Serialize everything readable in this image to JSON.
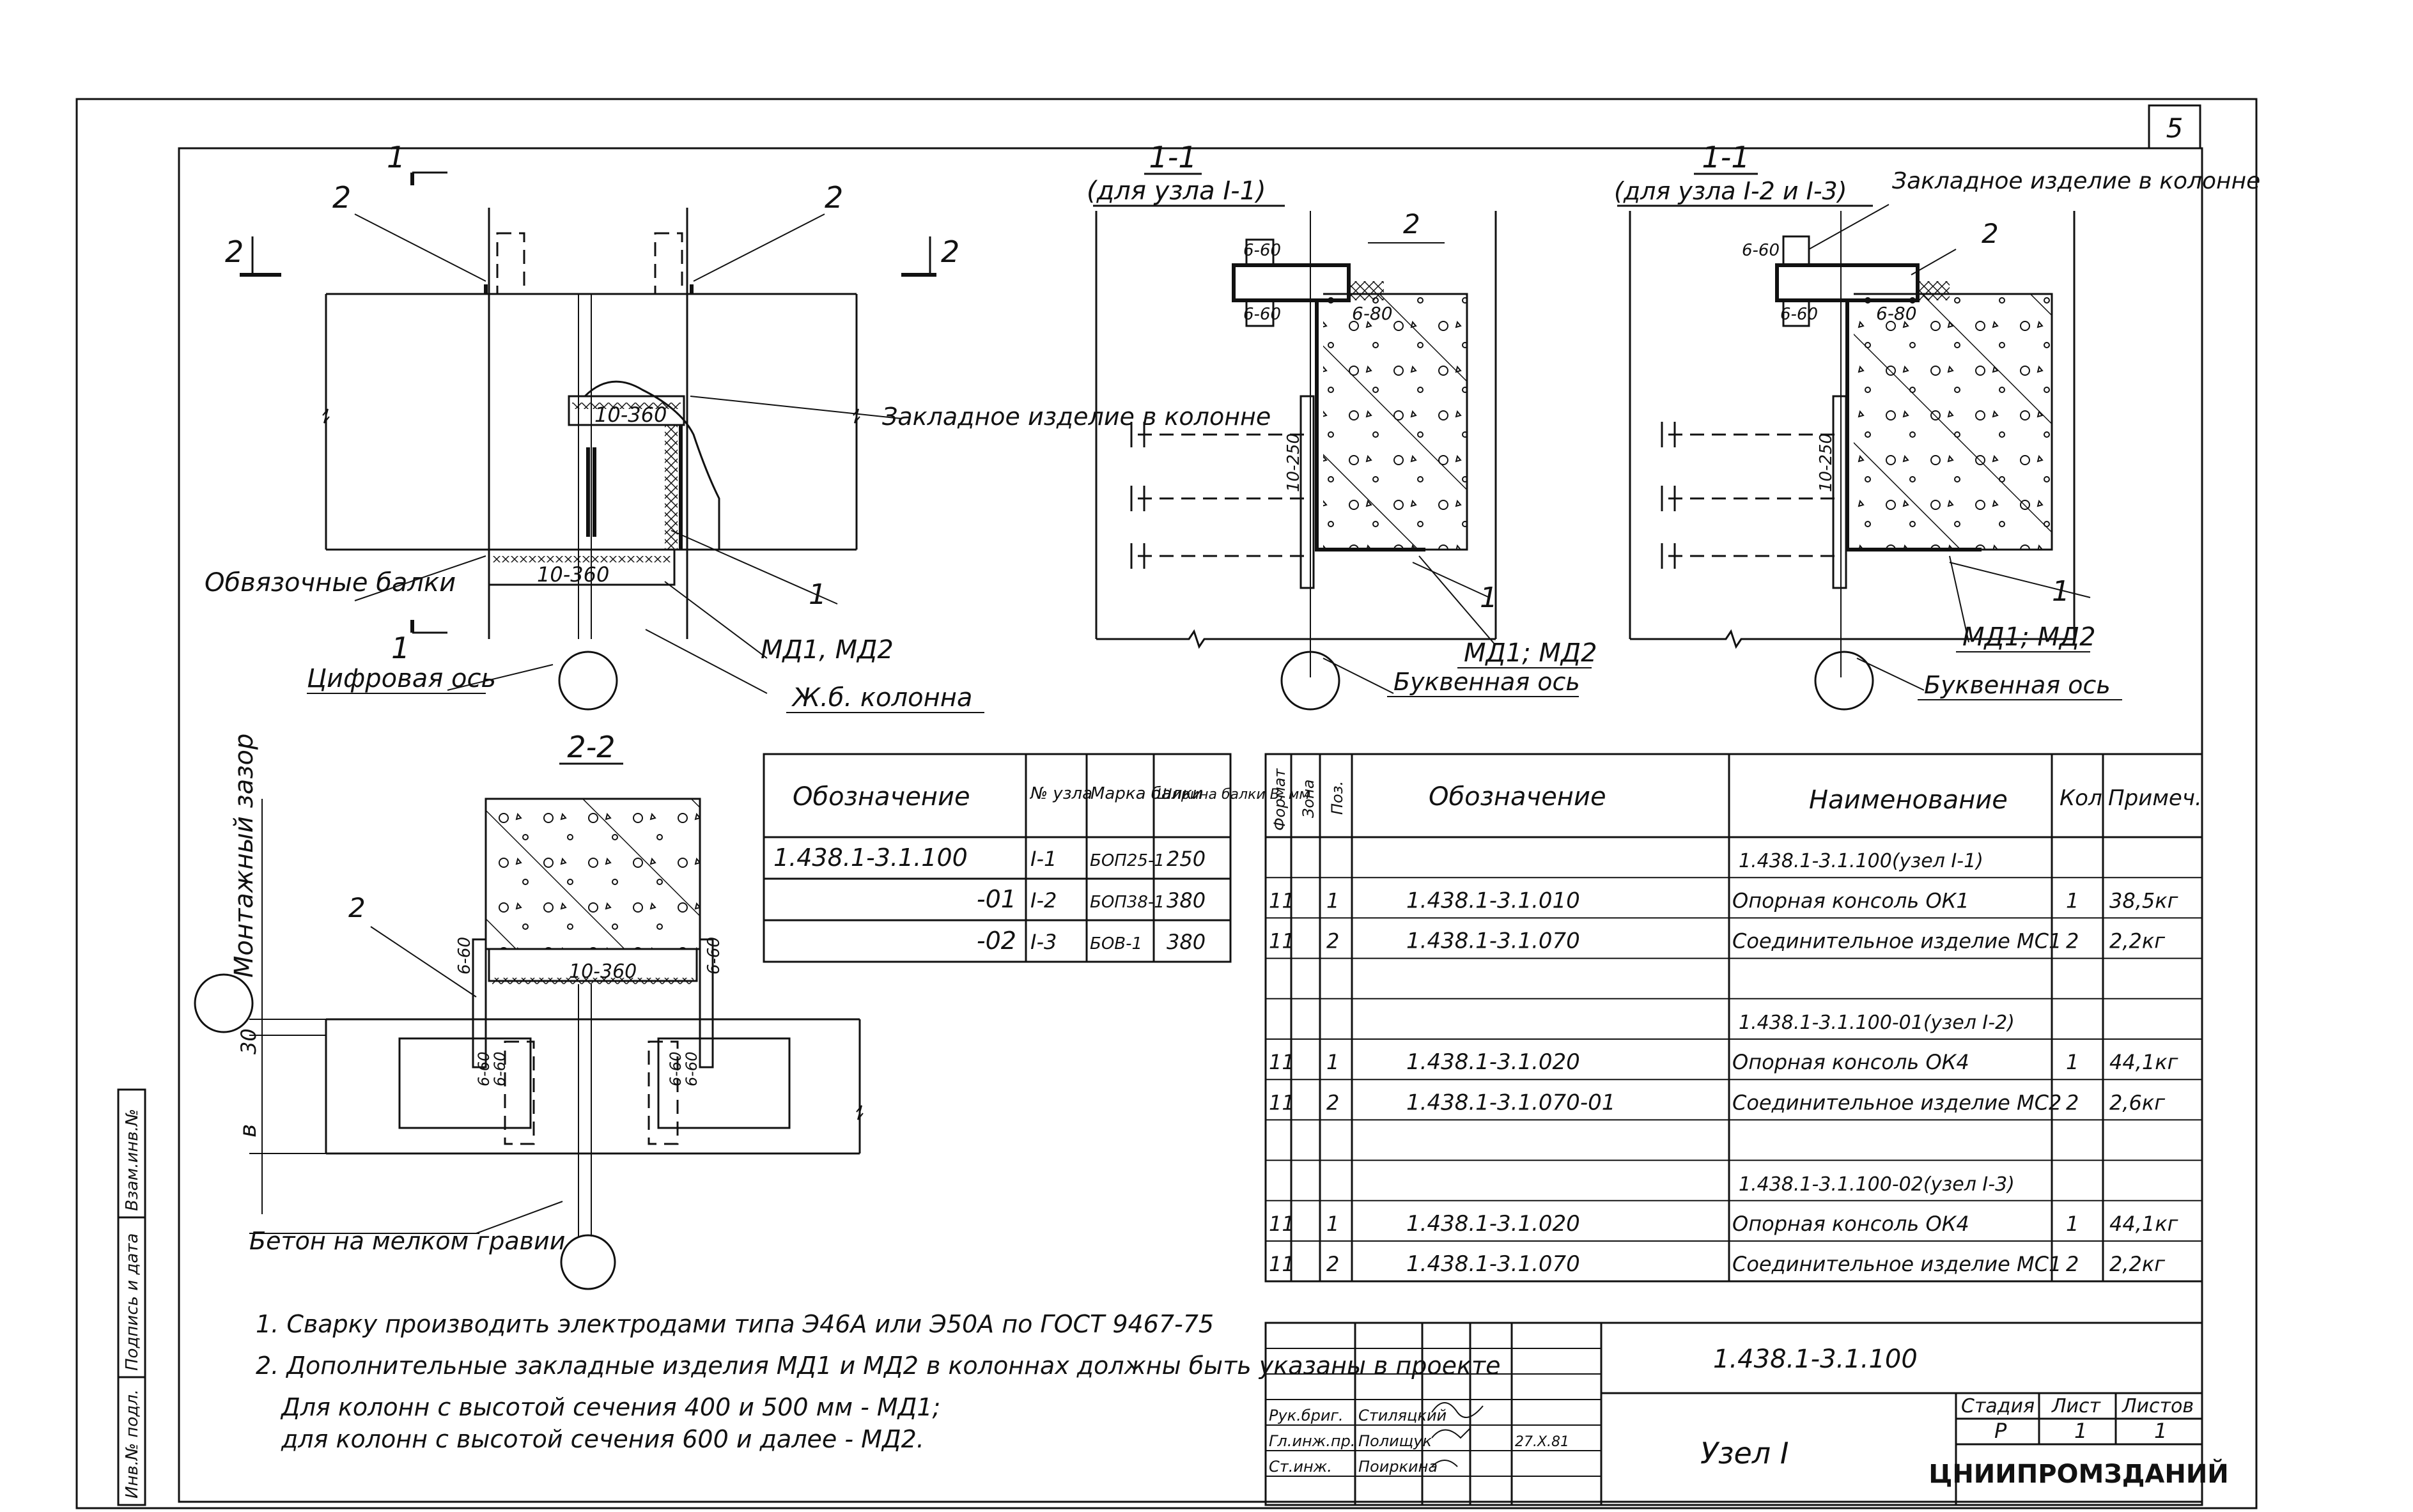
{
  "sheet_number": "5",
  "left_stamp": [
    "Инв.№ подл.",
    "Подпись и дата",
    "Взам.инв.№"
  ],
  "plan_view": {
    "cut_1_top": "1",
    "cut_1_bottom": "1",
    "cut_2_left": "2",
    "cut_2_right": "2",
    "pos_2_left": "2",
    "pos_2_right": "2",
    "plate_top": "10-360",
    "plate_bottom": "10-360",
    "callout_tie_beams": "Обвязочные балки",
    "callout_pos1": "1",
    "callout_md": "МД1, МД2",
    "callout_column": "Ж.б. колонна",
    "callout_digital_axis": "Цифровая ось",
    "callout_embedded": "Закладное изделие в колонне"
  },
  "section_1_1_a": {
    "title": "1-1",
    "subtitle": "(для узла I-1)",
    "pos2": "2",
    "weld_top": "6-60",
    "weld_mid": "6-60",
    "weld_beam": "6-80",
    "weld_vertical": "10-250",
    "pos1": "1",
    "md": "МД1; МД2",
    "axis": "Буквенная ось"
  },
  "section_1_1_b": {
    "title": "1-1",
    "subtitle": "(для узла I-2 и I-3)",
    "callout_embedded": "Закладное изделие в колонне",
    "pos2": "2",
    "weld_top": "6-60",
    "weld_mid": "6-60",
    "weld_beam": "6-80",
    "weld_vertical": "10-250",
    "pos1": "1",
    "md": "МД1; МД2",
    "axis": "Буквенная ось"
  },
  "section_2_2": {
    "title": "2-2",
    "gap_label": "Монтажный зазор",
    "dim_30": "30",
    "dim_b": "в",
    "pos2": "2",
    "weld_left_top": "6-60",
    "weld_right_top": "6-60",
    "plate": "10-360",
    "weld_left_a": "6-60",
    "weld_left_b": "6-60",
    "weld_right_a": "6-60",
    "weld_right_b": "6-60",
    "concrete": "Бетон на мелком гравии"
  },
  "beam_table": {
    "headers": [
      "Обозначение",
      "№ узла",
      "Марка балки",
      "Ширина балки В, мм"
    ],
    "rows": [
      [
        "1.438.1-3.1.100",
        "I-1",
        "БОП25-1",
        "250"
      ],
      [
        "-01",
        "I-2",
        "БОП38-1",
        "380"
      ],
      [
        "-02",
        "I-3",
        "БОВ-1",
        "380"
      ]
    ]
  },
  "spec_table": {
    "headers": [
      "Формат",
      "Зона",
      "Поз.",
      "Обозначение",
      "Наименование",
      "Кол",
      "Примеч."
    ],
    "rows": [
      [
        "",
        "",
        "",
        "",
        "1.438.1-3.1.100(узел I-1)",
        "",
        ""
      ],
      [
        "11",
        "",
        "1",
        "1.438.1-3.1.010",
        "Опорная консоль ОК1",
        "1",
        "38,5кг"
      ],
      [
        "11",
        "",
        "2",
        "1.438.1-3.1.070",
        "Соединительное изделие МС1",
        "2",
        "2,2кг"
      ],
      [
        "",
        "",
        "",
        "",
        "",
        "",
        ""
      ],
      [
        "",
        "",
        "",
        "",
        "1.438.1-3.1.100-01(узел I-2)",
        "",
        ""
      ],
      [
        "11",
        "",
        "1",
        "1.438.1-3.1.020",
        "Опорная консоль ОК4",
        "1",
        "44,1кг"
      ],
      [
        "11",
        "",
        "2",
        "1.438.1-3.1.070-01",
        "Соединительное изделие МС2",
        "2",
        "2,6кг"
      ],
      [
        "",
        "",
        "",
        "",
        "",
        "",
        ""
      ],
      [
        "",
        "",
        "",
        "",
        "1.438.1-3.1.100-02(узел I-3)",
        "",
        ""
      ],
      [
        "11",
        "",
        "1",
        "1.438.1-3.1.020",
        "Опорная консоль ОК4",
        "1",
        "44,1кг"
      ],
      [
        "11",
        "",
        "2",
        "1.438.1-3.1.070",
        "Соединительное изделие МС1",
        "2",
        "2,2кг"
      ]
    ]
  },
  "notes": [
    "1. Сварку производить электродами типа Э46А или Э50А по ГОСТ 9467-75",
    "2. Дополнительные закладные изделия МД1 и МД2 в колоннах должны быть указаны в проекте",
    "Для колонн с высотой сечения 400 и 500 мм - МД1;",
    "для колонн с высотой сечения 600 и далее - МД2."
  ],
  "title_block": {
    "designation": "1.438.1-3.1.100",
    "title": "Узел I",
    "roles": [
      [
        "Рук.бриг.",
        "Стиляцкий",
        "",
        ""
      ],
      [
        "Гл.инж.пр.",
        "Полищук",
        "",
        "27.X.81"
      ],
      [
        "Ст.инж.",
        "Поиркина",
        "",
        ""
      ]
    ],
    "stage_label": "Стадия",
    "sheet_label": "Лист",
    "sheets_label": "Листов",
    "stage": "Р",
    "sheet": "1",
    "sheets": "1",
    "org": "ЦНИИПРОМЗДАНИЙ"
  }
}
